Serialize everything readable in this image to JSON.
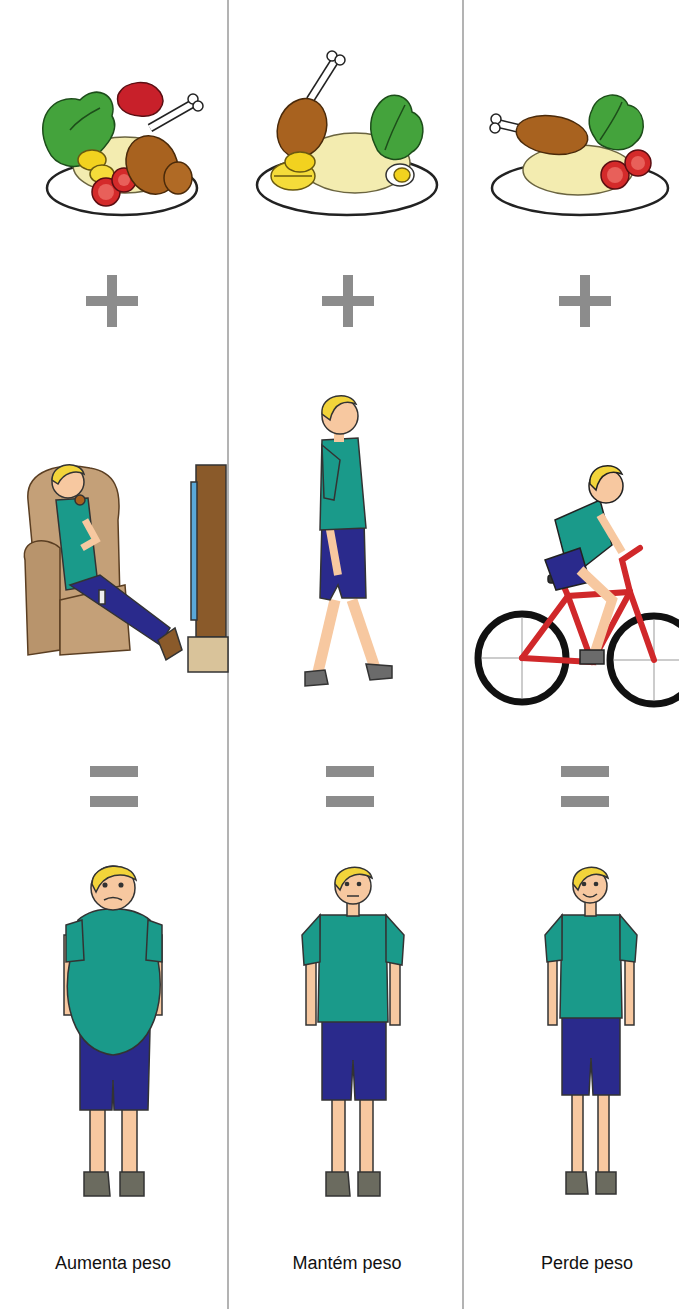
{
  "diagram": {
    "labels": [
      "Aumenta peso",
      "Mantém peso",
      "Perde peso"
    ]
  }
}
